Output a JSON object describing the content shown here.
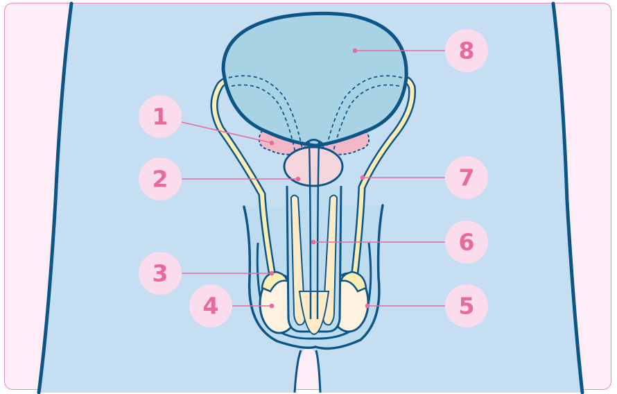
{
  "colors": {
    "frame_border": "#e98ab8",
    "frame_fill": "#fcedf6",
    "body_fill": "#c5def2",
    "outline": "#0d5487",
    "bladder": "#a7d3e4",
    "seminal_pink": "#f3b8c8",
    "prostate": "#f5d6dc",
    "duct_yellow": "#fbeeb4",
    "testis": "#fdf3e0",
    "label_circle": "#fbdcec",
    "label_text": "#e8699d",
    "leader_line": "#e8699d"
  },
  "labels": [
    {
      "id": "1",
      "text": "1"
    },
    {
      "id": "2",
      "text": "2"
    },
    {
      "id": "3",
      "text": "3"
    },
    {
      "id": "4",
      "text": "4"
    },
    {
      "id": "5",
      "text": "5"
    },
    {
      "id": "6",
      "text": "6"
    },
    {
      "id": "7",
      "text": "7"
    },
    {
      "id": "8",
      "text": "8"
    }
  ]
}
